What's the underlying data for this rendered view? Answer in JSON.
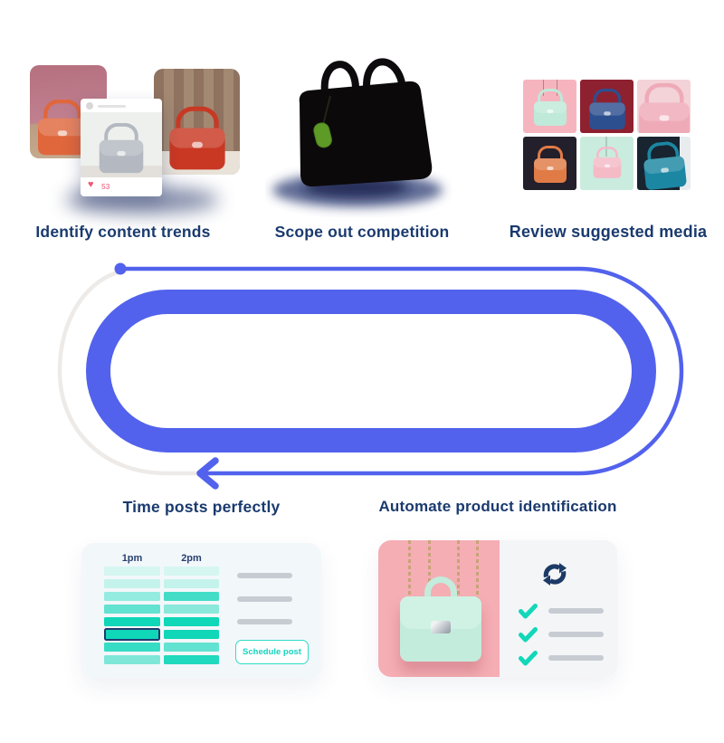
{
  "palette": {
    "accent_blue": "#5262ed",
    "navy_text": "#1a3a6e",
    "teal": "#12d7b9",
    "loop_remaining_gray": "#edeae8",
    "photo_pink": "#f5aeb4",
    "bag_mint": "#c3ecdc",
    "placeholder_gray": "#c7ccd3",
    "card_bg": "#f2f7fa",
    "heart_pink": "#ef5672"
  },
  "sections": {
    "trends": {
      "caption": "Identify content trends",
      "post": {
        "likes": "53"
      }
    },
    "competition": {
      "caption": "Scope out competition"
    },
    "suggested": {
      "caption": "Review suggested media",
      "tiles": [
        "background:#f6b5be;--bag:#bfe9d9",
        "background:#8e2130;--bag:#2c4f8f",
        "background:#f3d3d8;--bag:#efaab8",
        "background:#231f2b;--bag:#e07b46",
        "background:#c9ecdf;--bag:#f4bac6",
        "background:linear-gradient(90deg,#182430 80%,#e8ecef 80%);--bag:#1b87a3"
      ]
    },
    "timing": {
      "caption": "Time posts perfectly",
      "columns": [
        "1pm",
        "2pm"
      ],
      "button": "Schedule post",
      "col1": [
        "background:#d5f6f1",
        "background:#c4f3ec",
        "background:#93ecdf",
        "background:#62e2d0",
        "background:#0fd7b8",
        "background:#0fd7b8",
        "background:#37dcc4",
        "background:#7fe7d8"
      ],
      "col2": [
        "background:#d5f6f1",
        "background:#c4f3ec",
        "background:#43ddc7",
        "background:#8ae9db",
        "background:#0fd7b8",
        "background:#0fd7b8",
        "background:#62e2d0",
        "background:#21d9bd"
      ]
    },
    "automation": {
      "caption": "Automate product identification"
    }
  }
}
